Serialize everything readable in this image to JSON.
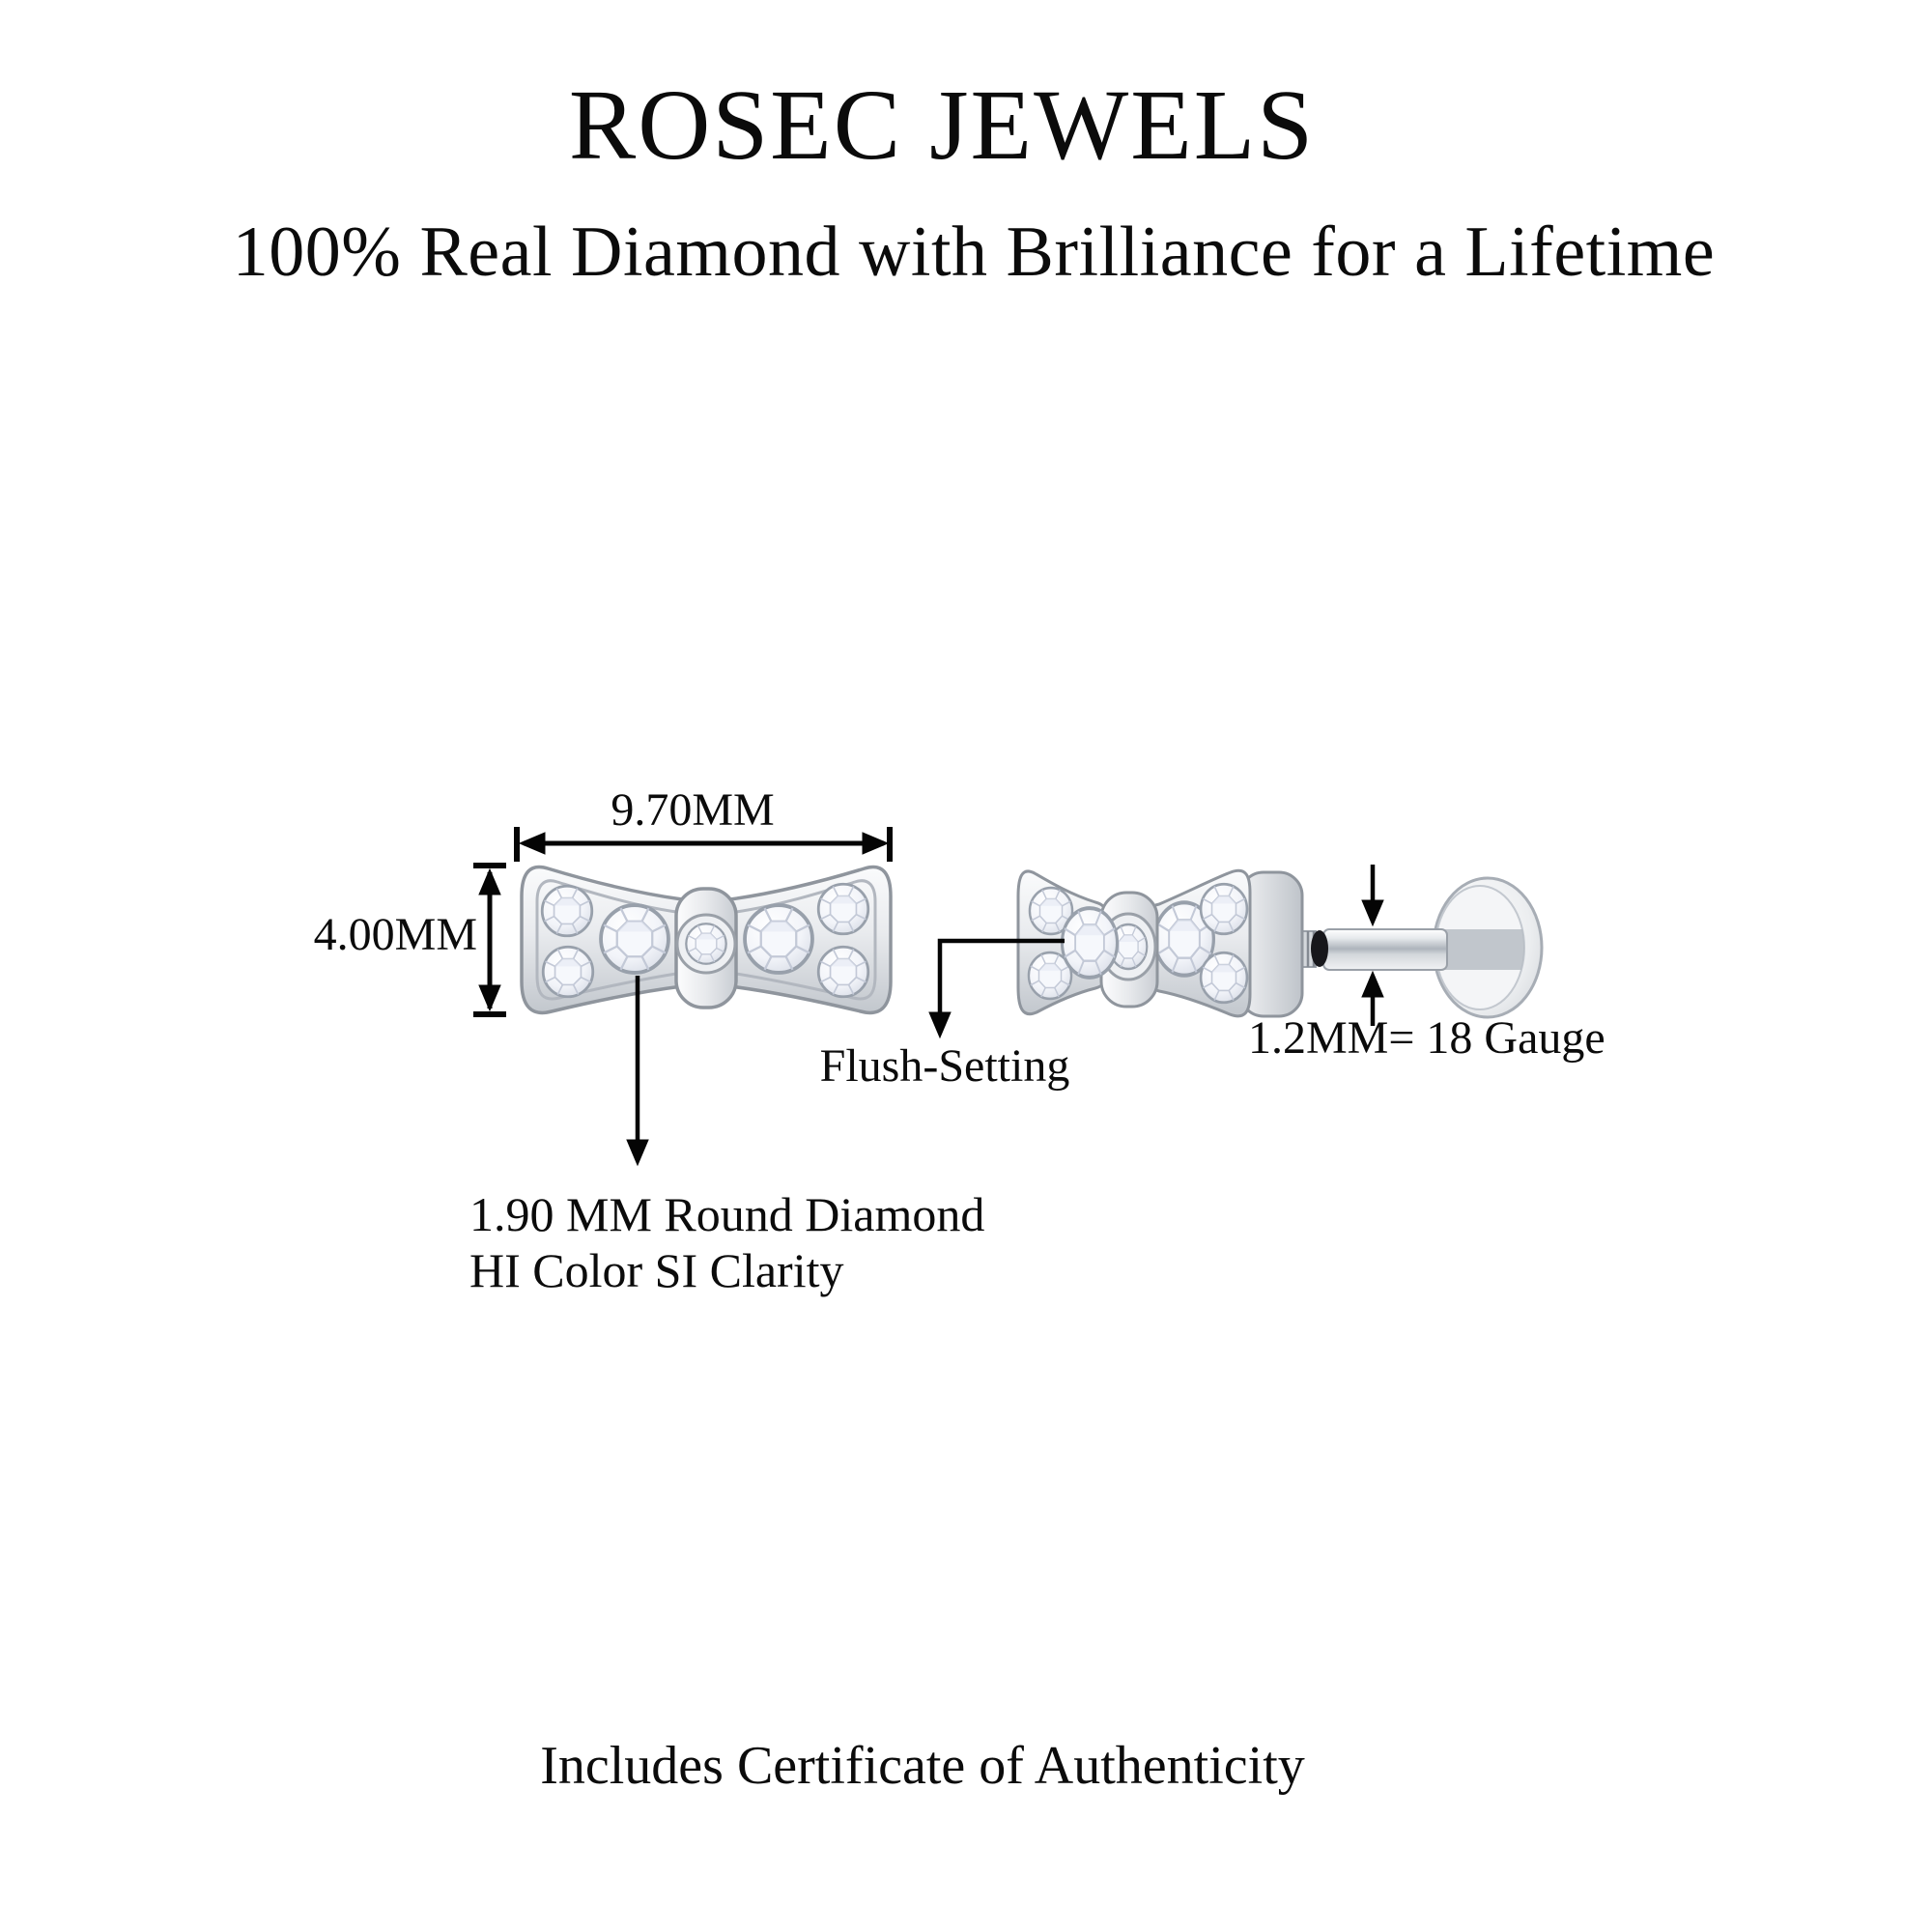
{
  "page": {
    "background": "#ffffff",
    "ink": "#0b0b0b"
  },
  "header": {
    "brand": "ROSEC JEWELS",
    "tagline": "100% Real Diamond with Brilliance for a Lifetime"
  },
  "diagram": {
    "width_dimension": "9.70MM",
    "height_dimension": "4.00MM",
    "setting_label": "Flush-Setting",
    "stone_label_line1": "1.90 MM Round Diamond",
    "stone_label_line2": "HI Color SI Clarity",
    "post_gauge_label": "1.2MM= 18 Gauge",
    "colors": {
      "metal_light": "#f7f8fa",
      "metal_mid": "#e9ebee",
      "metal_dark": "#c2c7cd",
      "outline": "#8f959d",
      "gem_facet": "#c3c9d7",
      "o_ring": "#17171b",
      "arrow": "#050505"
    }
  },
  "footer": {
    "note": "Includes Certificate of Authenticity"
  }
}
